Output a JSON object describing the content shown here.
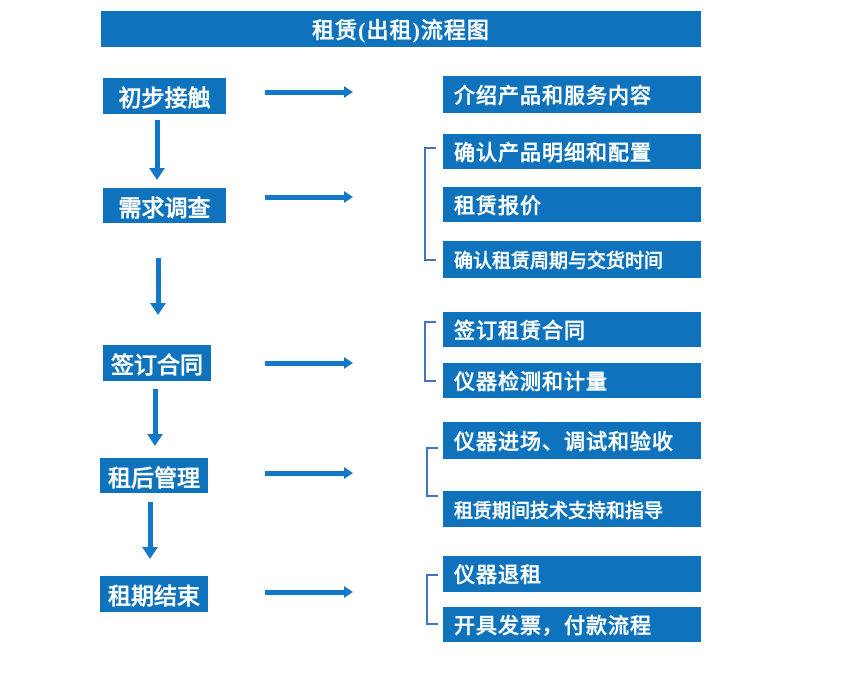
{
  "title": "租赁(出租)流程图",
  "stages": [
    {
      "label": "初步接触",
      "details": [
        "介绍产品和服务内容"
      ]
    },
    {
      "label": "需求调查",
      "details": [
        "确认产品明细和配置",
        "租赁报价",
        "确认租赁周期与交货时间"
      ]
    },
    {
      "label": "签订合同",
      "details": [
        "签订租赁合同",
        "仪器检测和计量"
      ]
    },
    {
      "label": "租后管理",
      "details": [
        "仪器进场、调试和验收",
        "租赁期间技术支持和指导"
      ]
    },
    {
      "label": "租期结束",
      "details": [
        "仪器退租",
        "开具发票，付款流程"
      ]
    }
  ],
  "colors": {
    "box": "#0e72bd",
    "arrow": "#1478c8",
    "bracket": "#4472c4",
    "text": "#ffffff",
    "background": "#ffffff"
  }
}
